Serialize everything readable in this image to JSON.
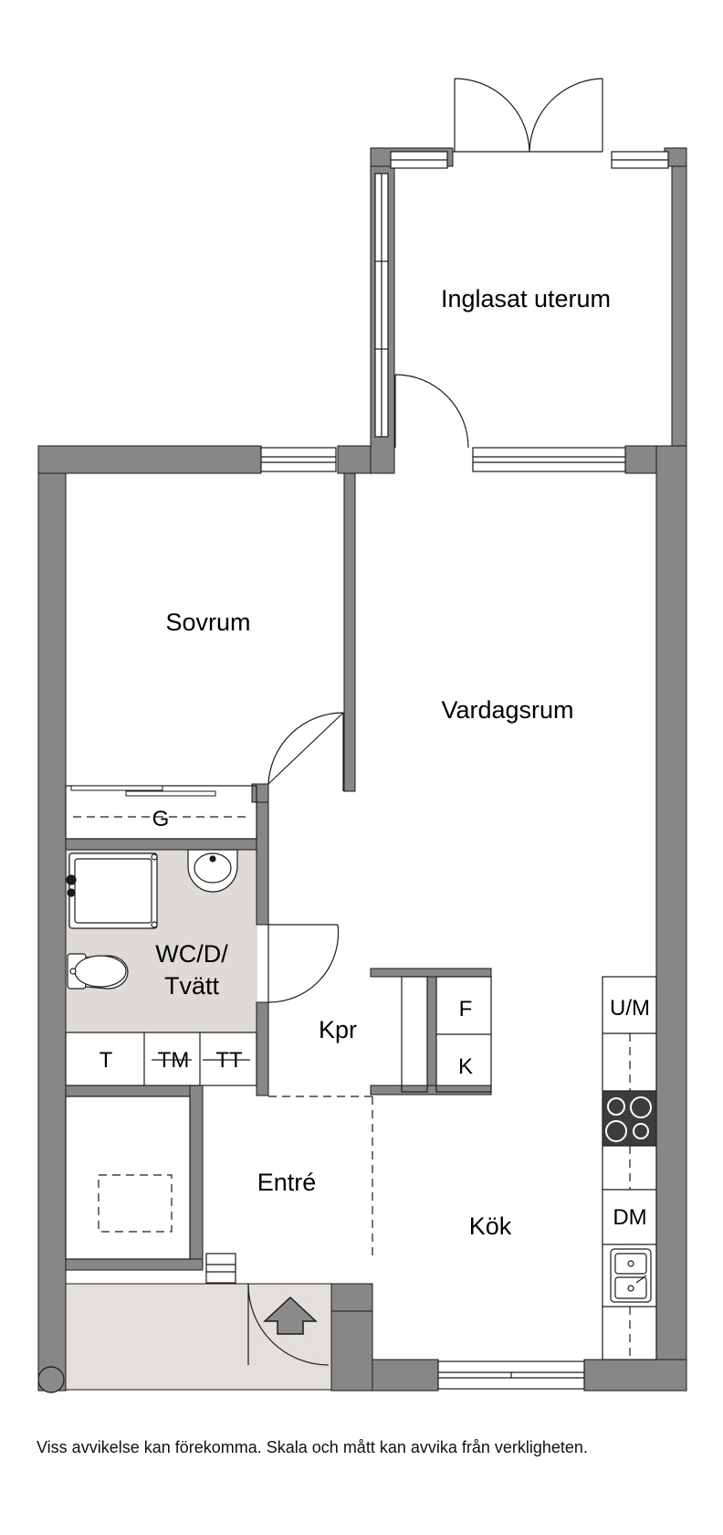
{
  "rooms": {
    "sunroom": "Inglasat uterum",
    "bedroom": "Sovrum",
    "living": "Vardagsrum",
    "wardrobe": "G",
    "bathroom_line1": "WC/D/",
    "bathroom_line2": "Tvätt",
    "closet": "Kpr",
    "entrance": "Entré",
    "kitchen": "Kök"
  },
  "fixtures": {
    "t": "T",
    "tm": "TM",
    "tt": "TT",
    "f": "F",
    "k": "K",
    "um": "U/M",
    "dm": "DM"
  },
  "disclaimer": "Viss avvikelse kan förekomma. Skala och mått kan avvika från verkligheten.",
  "colors": {
    "wall": "#878787",
    "bath_floor": "#dedad6",
    "patio_floor": "#e3dfdb",
    "line": "#1a1a1a"
  }
}
